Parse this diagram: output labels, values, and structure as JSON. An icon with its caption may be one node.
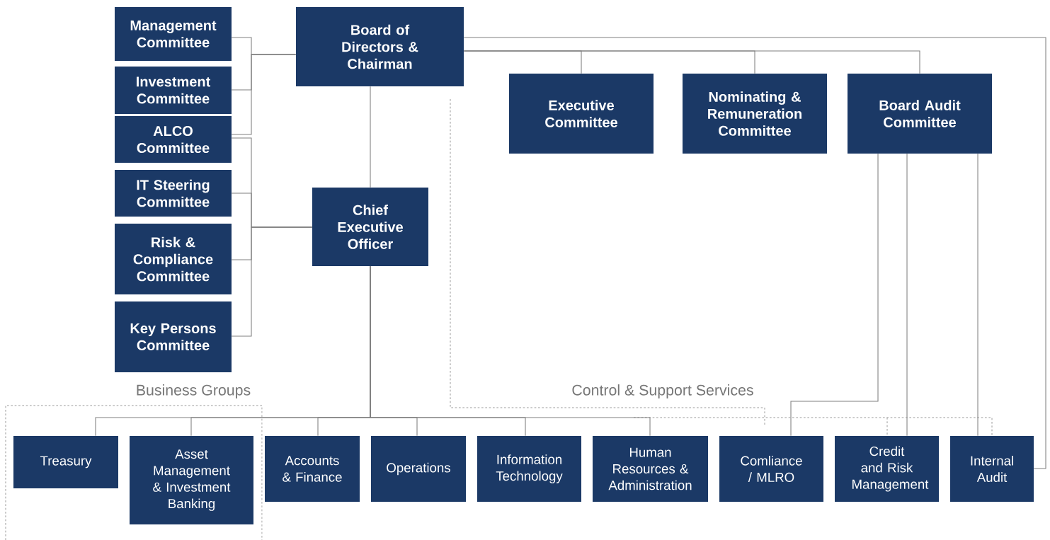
{
  "diagram": {
    "nodes": [
      {
        "text": [
          "Board of Directors & Chairman"
        ]
      },
      {
        "text": [
          "Management Committee"
        ]
      },
      {
        "text": [
          "Investment Committee"
        ]
      },
      {
        "text": [
          "ALCO Committee"
        ]
      },
      {
        "text": [
          "IT Steering Committee"
        ]
      },
      {
        "text": [
          "Risk & Compliance Committee"
        ]
      },
      {
        "text": [
          "Key Persons Committee"
        ]
      },
      {
        "text": [
          "Executive Committee"
        ]
      },
      {
        "text": [
          "Nominating & Remuneration Committee"
        ]
      },
      {
        "text": [
          "Board Audit Committee"
        ]
      },
      {
        "text": [
          "Chief Executive Officer"
        ]
      },
      {
        "text": [
          "Treasury"
        ]
      },
      {
        "text": [
          "Asset Management & Investment Banking"
        ]
      },
      {
        "text": [
          "Accounts & Finance"
        ]
      },
      {
        "text": [
          "Operations"
        ]
      },
      {
        "text": [
          "Information Technology"
        ]
      },
      {
        "text": [
          "Human Resources & Administration"
        ]
      },
      {
        "text": [
          "Comliance / MLRO"
        ]
      },
      {
        "text": [
          "Credit and Risk Management"
        ]
      },
      {
        "text": [
          "Internal Audit"
        ]
      }
    ],
    "edges": [
      {
        "from": 0,
        "to": 1,
        "arrow": "none"
      },
      {
        "from": 0,
        "to": 2,
        "arrow": "none"
      },
      {
        "from": 0,
        "to": 3,
        "arrow": "none"
      },
      {
        "from": 10,
        "to": 3,
        "arrow": "none"
      },
      {
        "from": 10,
        "to": 4,
        "arrow": "none"
      },
      {
        "from": 10,
        "to": 5,
        "arrow": "none"
      },
      {
        "from": 10,
        "to": 6,
        "arrow": "none"
      },
      {
        "from": 0,
        "to": 10,
        "arrow": "none"
      },
      {
        "from": 0,
        "to": 7,
        "arrow": "none"
      },
      {
        "from": 0,
        "to": 8,
        "arrow": "none"
      },
      {
        "from": 0,
        "to": 9,
        "arrow": "none"
      },
      {
        "from": 0,
        "to": 19,
        "arrow": "none"
      },
      {
        "from": 9,
        "to": 17,
        "arrow": "none"
      },
      {
        "from": 9,
        "to": 18,
        "arrow": "none"
      },
      {
        "from": 9,
        "to": 19,
        "arrow": "none"
      },
      {
        "from": 10,
        "to": 11,
        "arrow": "none"
      },
      {
        "from": 10,
        "to": 12,
        "arrow": "none"
      },
      {
        "from": 10,
        "to": 13,
        "arrow": "none"
      },
      {
        "from": 10,
        "to": 14,
        "arrow": "none"
      },
      {
        "from": 10,
        "to": 15,
        "arrow": "none"
      },
      {
        "from": 10,
        "to": 16,
        "arrow": "none"
      }
    ],
    "labels": [
      "Business Groups",
      "Control & Support Services"
    ]
  }
}
